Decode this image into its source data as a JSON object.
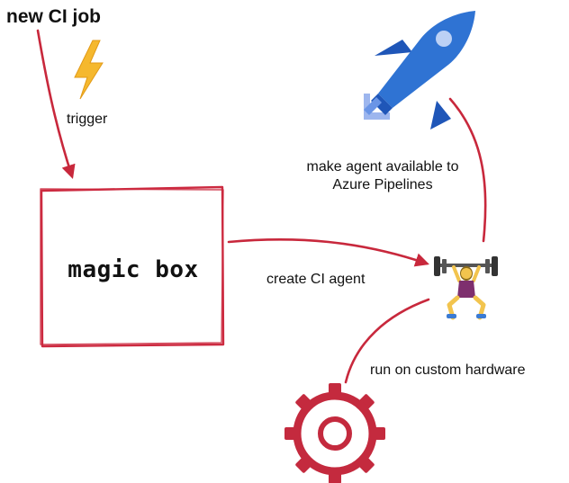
{
  "title": "new CI job",
  "labels": {
    "trigger": "trigger",
    "magic_box": "magic box",
    "make_agent": "make agent available to Azure Pipelines",
    "create_agent": "create CI agent",
    "run_hardware": "run on custom hardware"
  },
  "icons": {
    "lightning": "lightning-bolt",
    "rocket": "azure-pipelines-rocket",
    "agent": "weightlifter",
    "hardware": "gear"
  },
  "colors": {
    "arrow": "#c8283c",
    "box_border": "#cc2a40",
    "bolt": "#f5b82e",
    "rocket_blue": "#2f73d3",
    "rocket_dark": "#1f56b8",
    "gear": "#c42a3e"
  }
}
